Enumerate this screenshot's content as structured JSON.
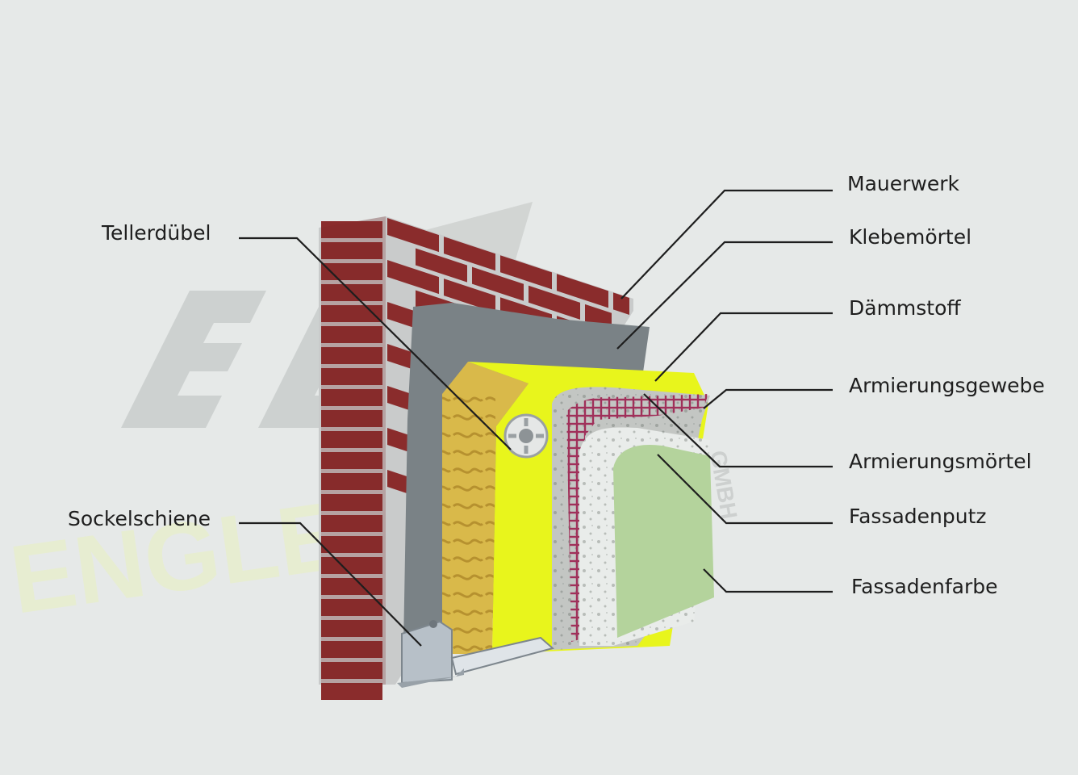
{
  "labels": {
    "mauerwerk": "Mauerwerk",
    "klebemoertel": "Klebemörtel",
    "daemmstoff": "Dämmstoff",
    "armierungsgewebe": "Armierungsgewebe",
    "armierungsmoertel": "Armierungsmörtel",
    "fassadenputz": "Fassadenputz",
    "fassadenfarbe": "Fassadenfarbe",
    "tellerduebel": "Tellerdübel",
    "sockelschiene": "Sockelschiene"
  },
  "watermark": {
    "line1": "EE",
    "line2": "ENGLERT",
    "suffix": "GMBH"
  },
  "colors": {
    "brick": "#8a2c2c",
    "mortar_joint": "#c9cbcb",
    "adhesive": "#7a8286",
    "insulation": "#e8f51c",
    "insulation_side": "#d9b94a",
    "mesh": "#a0305a",
    "reinforcement_mortar": "#c3c6c3",
    "plaster": "#e9ecea",
    "paint": "#b4d39c",
    "rail": "#b7c0c8"
  }
}
